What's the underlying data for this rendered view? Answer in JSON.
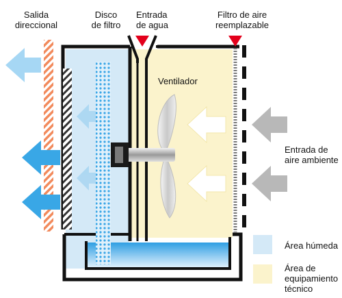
{
  "labels": {
    "directional_outlet": "Salida\ndireccional",
    "filter_disc": "Disco\nde filtro",
    "water_inlet": "Entrada\nde agua",
    "air_filter": "Filtro de aire\nreemplazable",
    "fan": "Ventilador",
    "ambient_air_inlet": "Entrada de\naire ambiente"
  },
  "legend": [
    {
      "label": "Área húmeda",
      "color": "#d4e9f7"
    },
    {
      "label": "Área de\nequipamiento\ntécnico",
      "color": "#fbf3cc"
    }
  ],
  "colors": {
    "wet_area": "#d4e9f7",
    "tech_area": "#fbf3cc",
    "water": "#3aa6e6",
    "arrow_blue": "#39a7e6",
    "arrow_grey": "#b8b8b8",
    "marker_red": "#e3001b",
    "outlet_grille": "#f28a5c",
    "frame": "#111111"
  },
  "icons": {
    "fan": "fan-icon",
    "inlet_marker": "red-triangle-marker"
  }
}
